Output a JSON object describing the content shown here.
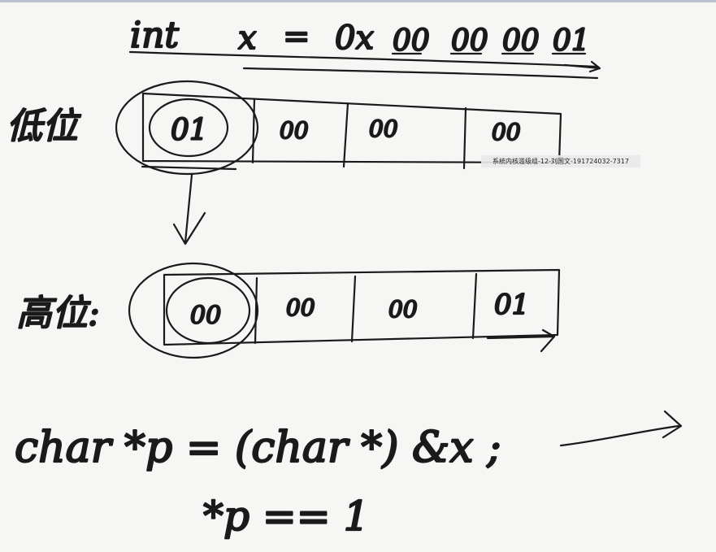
{
  "watermark": "系統内核滥级组-12-刘国文-191724032-7317",
  "heading": {
    "int_kw": "int",
    "var": "x",
    "eq": "=",
    "prefix": "0x",
    "bytes": [
      "00",
      "00",
      "00",
      "01"
    ]
  },
  "little_endian": {
    "label": "低位",
    "cells": [
      "01",
      "00",
      "00",
      "00"
    ]
  },
  "big_endian": {
    "label": "高位:",
    "cells": [
      "00",
      "00",
      "00",
      "01"
    ]
  },
  "code_line": "char *p = (char *) &x ;",
  "check_line": "*p == 1"
}
